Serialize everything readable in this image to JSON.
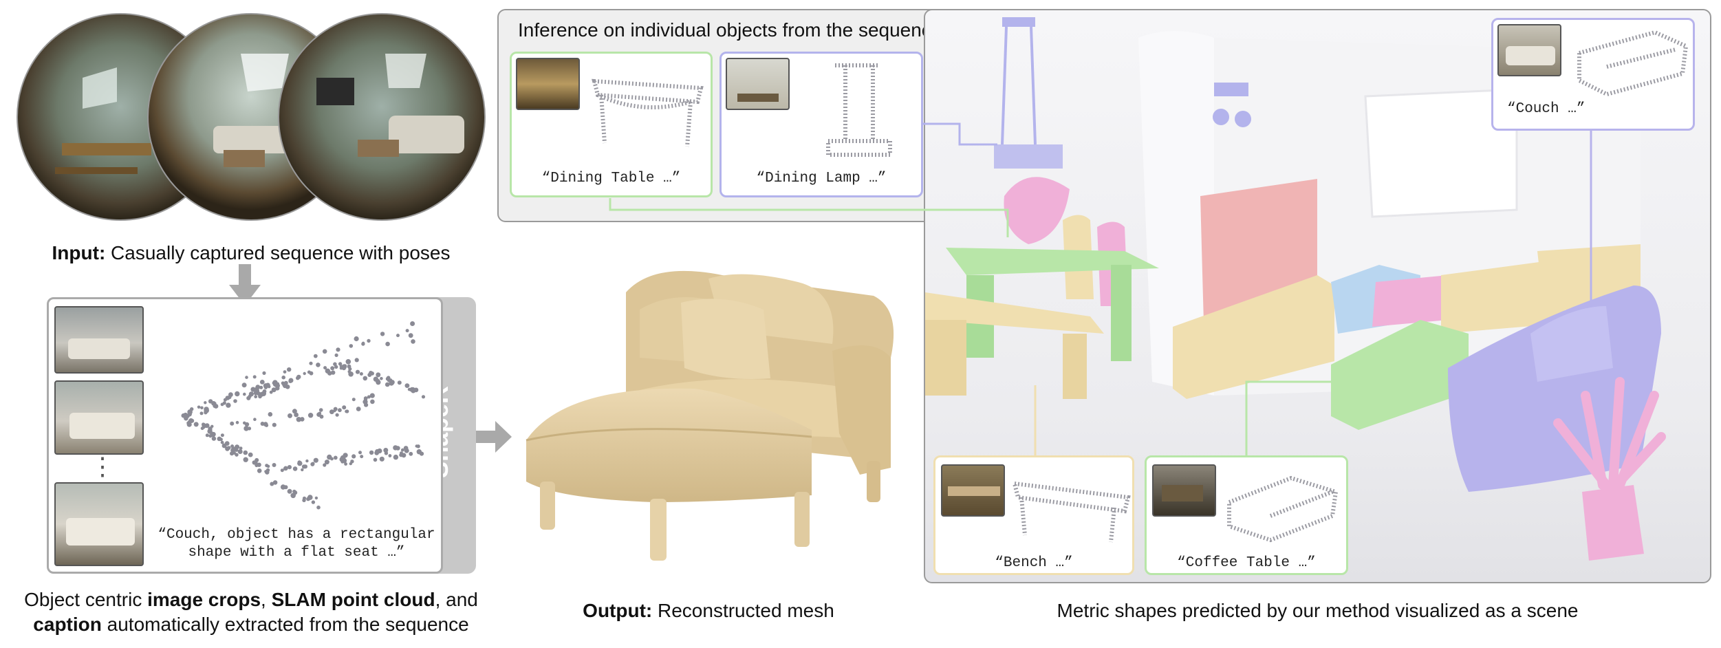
{
  "input_caption": {
    "bold": "Input:",
    "rest": " Casually captured sequence with poses"
  },
  "crops_caption": {
    "l1a": "Object centric ",
    "l1b": "image crops",
    "l1c": ", ",
    "l1d": "SLAM point cloud",
    "l1e": ", and",
    "l2a": "caption",
    "l2b": " automatically extracted from the sequence"
  },
  "output_caption": {
    "bold": "Output:",
    "rest": " Reconstructed mesh"
  },
  "scene_caption": "Metric shapes predicted by our method visualized as a scene",
  "inference_title": "Inference on individual objects from the sequence",
  "shaper_label": "ShapeR",
  "vertical_ellipsis": "⋮",
  "couch_text": {
    "line1": "“Couch, object has a rectangular",
    "line2": "shape with a flat seat …”"
  },
  "object_cards": [
    {
      "label": "“Dining Table …”"
    },
    {
      "label": "“Dining Lamp …”"
    },
    {
      "label": "“Couch …”"
    },
    {
      "label": "“Bench …”"
    },
    {
      "label": "“Coffee Table …”"
    }
  ],
  "colors": {
    "table": "#b8e6a8",
    "lamp": "#b3b3ec",
    "couch": "#b7b3ec",
    "bench": "#f0dfb0",
    "coffee": "#b8e6a8",
    "tv": "#f0b4b4",
    "plant": "#f0b0d8",
    "gray_box": "#c8c8c8"
  }
}
